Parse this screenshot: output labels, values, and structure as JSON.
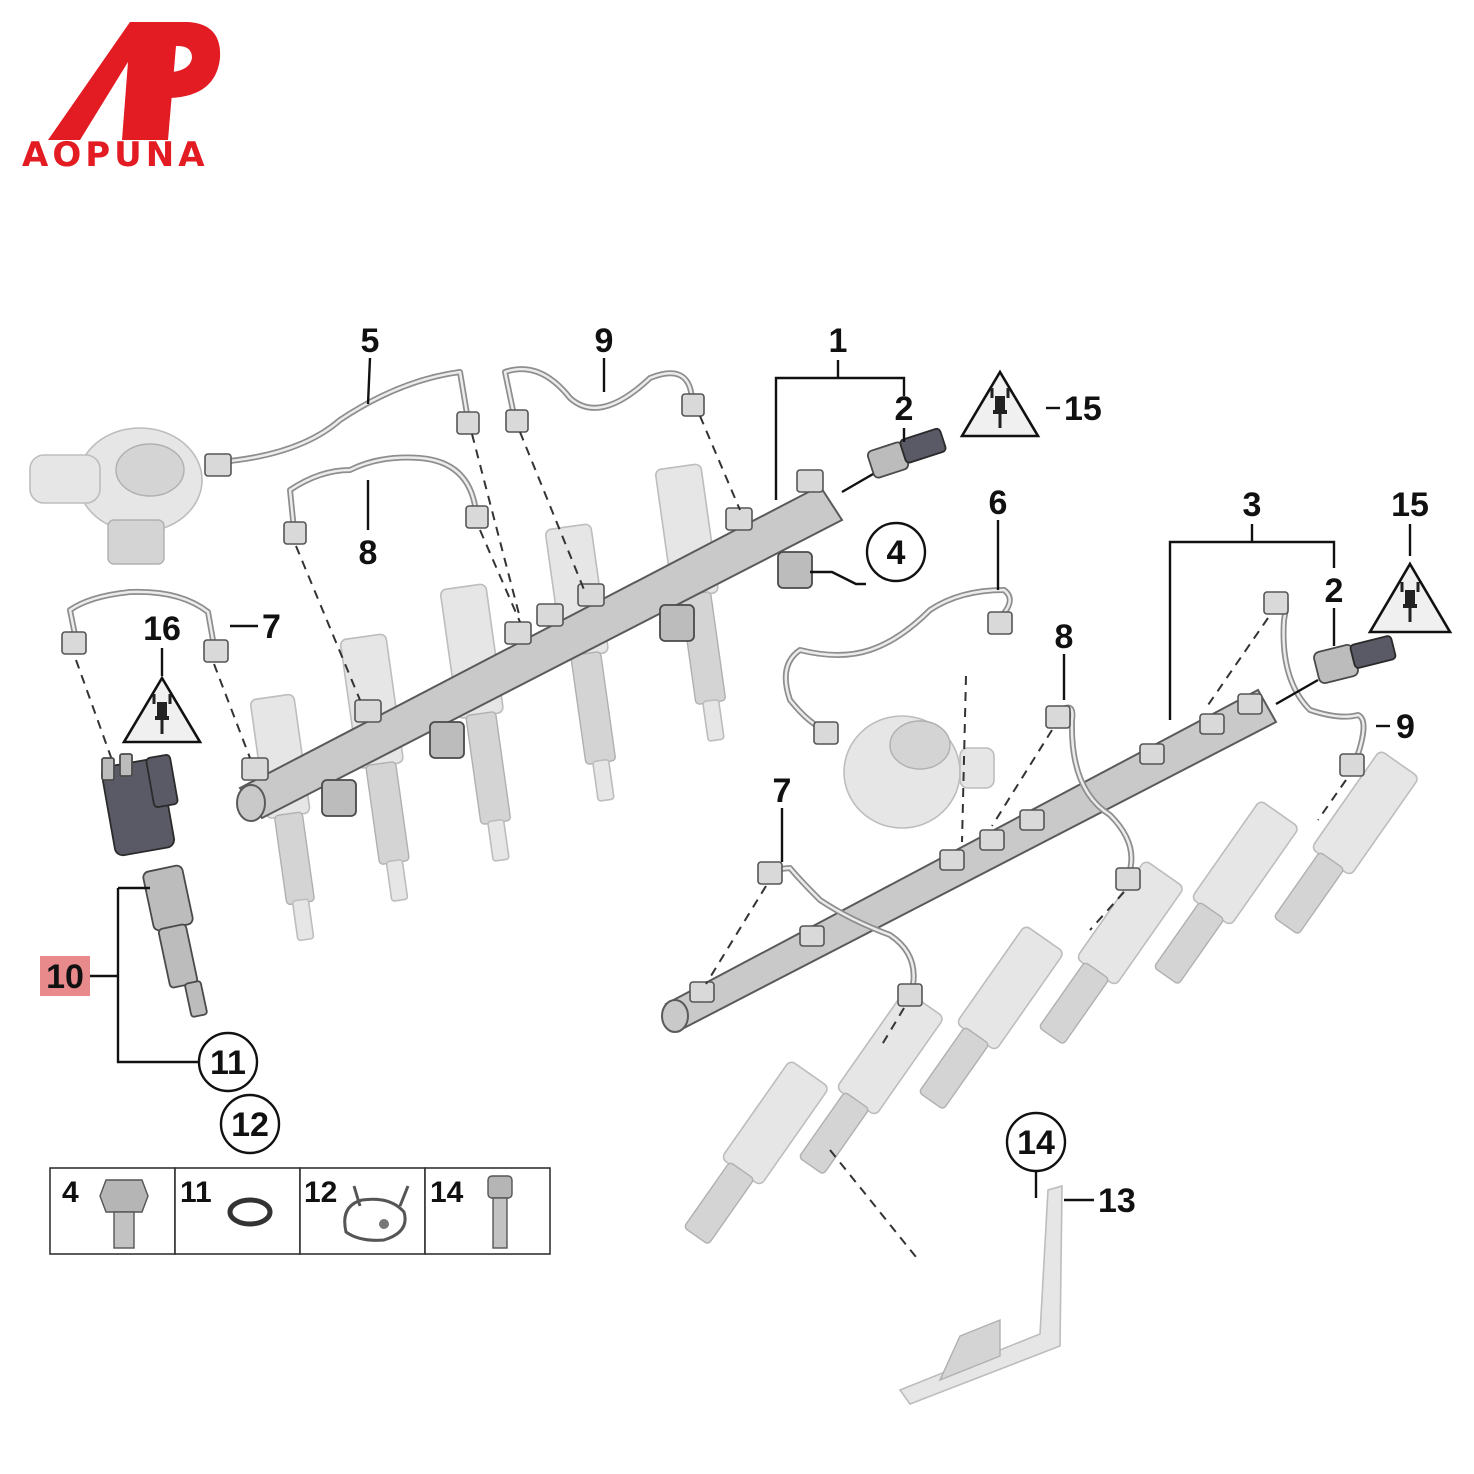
{
  "brand": {
    "logo_letters": "AP",
    "name": "AOPUNA",
    "color": "#e31b23"
  },
  "callouts": {
    "c1": "1",
    "c2a": "2",
    "c2b": "2",
    "c3": "3",
    "c4": "4",
    "c5": "5",
    "c6": "6",
    "c7a": "7",
    "c7b": "7",
    "c8a": "8",
    "c8b": "8",
    "c9a": "9",
    "c9b": "9",
    "c10": "10",
    "c11": "11",
    "c12": "12",
    "c13": "13",
    "c14": "14",
    "c15a": "15",
    "c15b": "15",
    "c16": "16"
  },
  "highlight": {
    "part": "10",
    "color": "#e8898c"
  },
  "parts_table": {
    "cells": [
      {
        "label": "4",
        "icon": "bolt-icon"
      },
      {
        "label": "11",
        "icon": "o-ring-icon"
      },
      {
        "label": "12",
        "icon": "clip-icon"
      },
      {
        "label": "14",
        "icon": "screw-icon"
      }
    ]
  },
  "icons": {
    "warning": "electric-connector-warning-icon"
  }
}
